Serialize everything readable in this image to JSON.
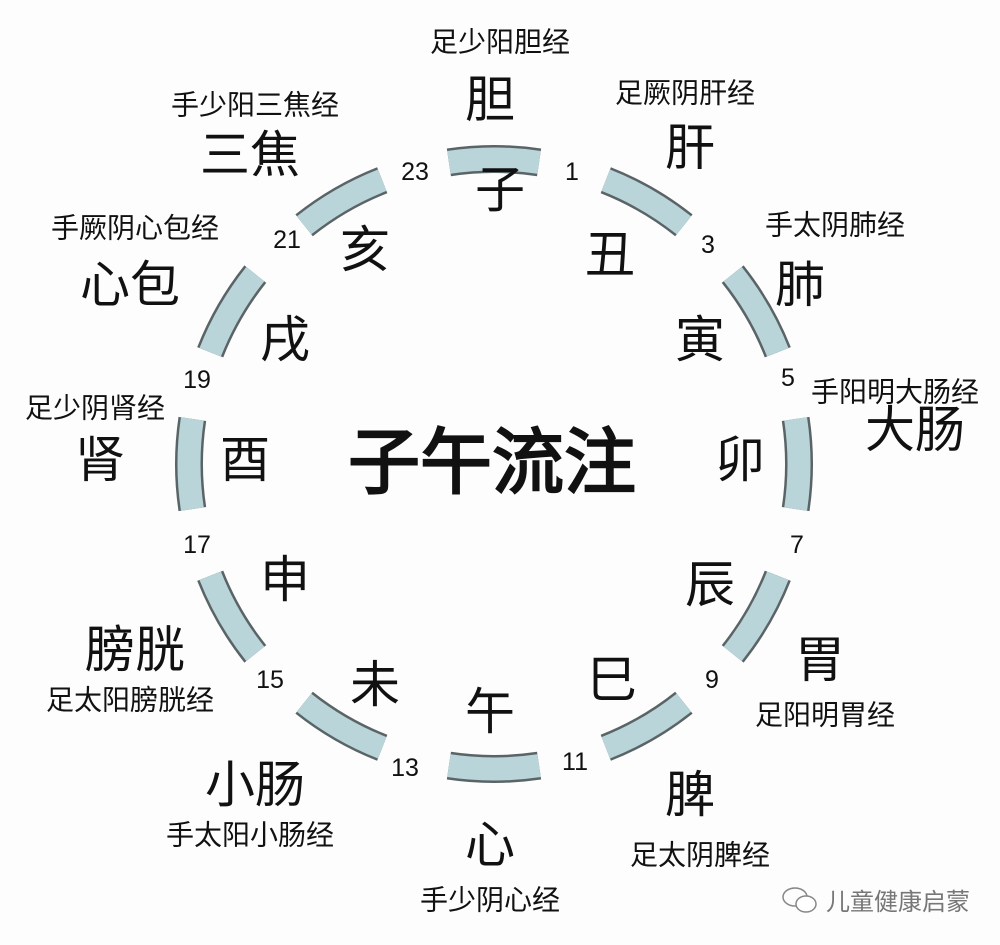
{
  "title": "子午流注",
  "arc_color": "#b9d5d9",
  "arc_outline": "#5a6466",
  "hours": [
    "23",
    "1",
    "3",
    "5",
    "7",
    "9",
    "11",
    "13",
    "15",
    "17",
    "19",
    "21"
  ],
  "branches": [
    "子",
    "丑",
    "寅",
    "卯",
    "辰",
    "巳",
    "午",
    "未",
    "申",
    "酉",
    "戌",
    "亥"
  ],
  "organs": [
    "胆",
    "肝",
    "肺",
    "大肠",
    "胃",
    "脾",
    "心",
    "小肠",
    "膀胱",
    "肾",
    "心包",
    "三焦"
  ],
  "meridians": [
    "足少阳胆经",
    "足厥阴肝经",
    "手太阴肺经",
    "手阳明大肠经",
    "足阳明胃经",
    "足太阴脾经",
    "手少阴心经",
    "手太阳小肠经",
    "足太阳膀胱经",
    "足少阴肾经",
    "手厥阴心包经",
    "手少阳三焦经"
  ],
  "watermark": {
    "icon": "wechat-icon",
    "text": "儿童健康启蒙"
  }
}
